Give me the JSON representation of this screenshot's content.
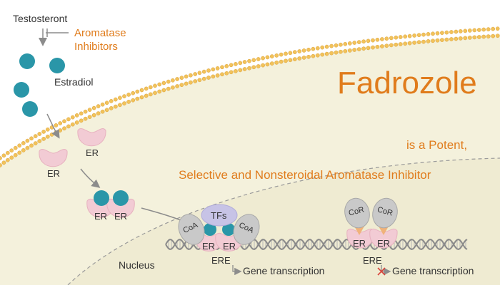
{
  "pathway": {
    "testosterone": "Testosteront",
    "aromatase_inhibitors_line1": "Aromatase",
    "aromatase_inhibitors_line2": "Inhibitors",
    "estradiol": "Estradiol",
    "receptor": "ER",
    "tfs": "TFs",
    "coactivator": "CoA",
    "corepressor": "CoR",
    "nucleus": "Nucleus",
    "ere": "ERE",
    "gene_transcription": "Gene transcription"
  },
  "title": {
    "main": "Fadrozole",
    "line2": "is a Potent,",
    "line3": "Selective and Nonsteroidal Aromatase Inhibitor"
  },
  "colors": {
    "accent_orange": "#e07c1c",
    "estradiol_teal": "#2a96a8",
    "receptor_pink": "#f2cbd4",
    "cofactor_gray": "#c9c9c9",
    "tfs_lavender": "#c7c3e6",
    "cell_beige": "#f4f1dc",
    "membrane_bead": "#f2c25a",
    "dna_gray": "#8a8a8a"
  }
}
